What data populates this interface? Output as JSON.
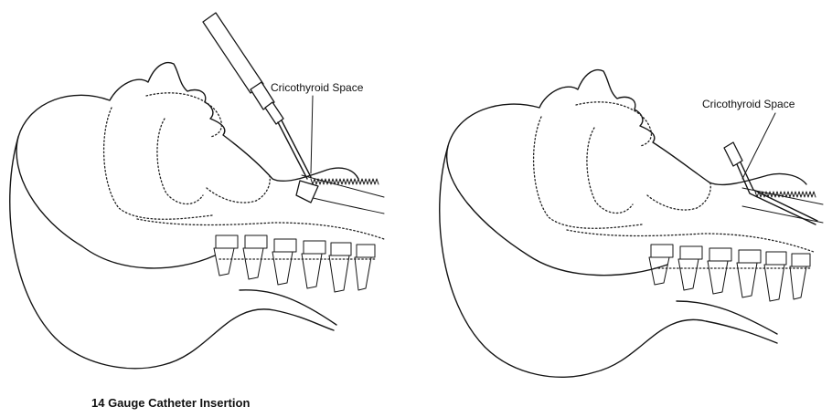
{
  "figure": {
    "left_panel": {
      "label": "Cricothyroid Space",
      "caption": "14 Gauge Catheter Insertion"
    },
    "right_panel": {
      "label": "Cricothyroid Space"
    }
  }
}
